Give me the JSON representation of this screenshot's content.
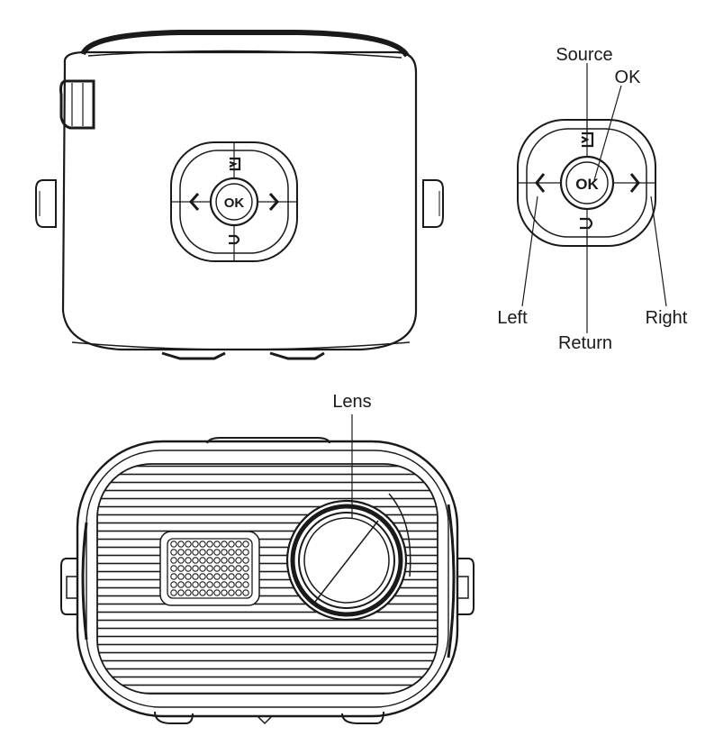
{
  "labels": {
    "source": "Source",
    "ok": "OK",
    "left": "Left",
    "right": "Right",
    "return": "Return",
    "lens": "Lens"
  },
  "buttons": {
    "ok_text": "OK"
  },
  "colors": {
    "line": "#1a1a1a",
    "background": "#ffffff"
  }
}
